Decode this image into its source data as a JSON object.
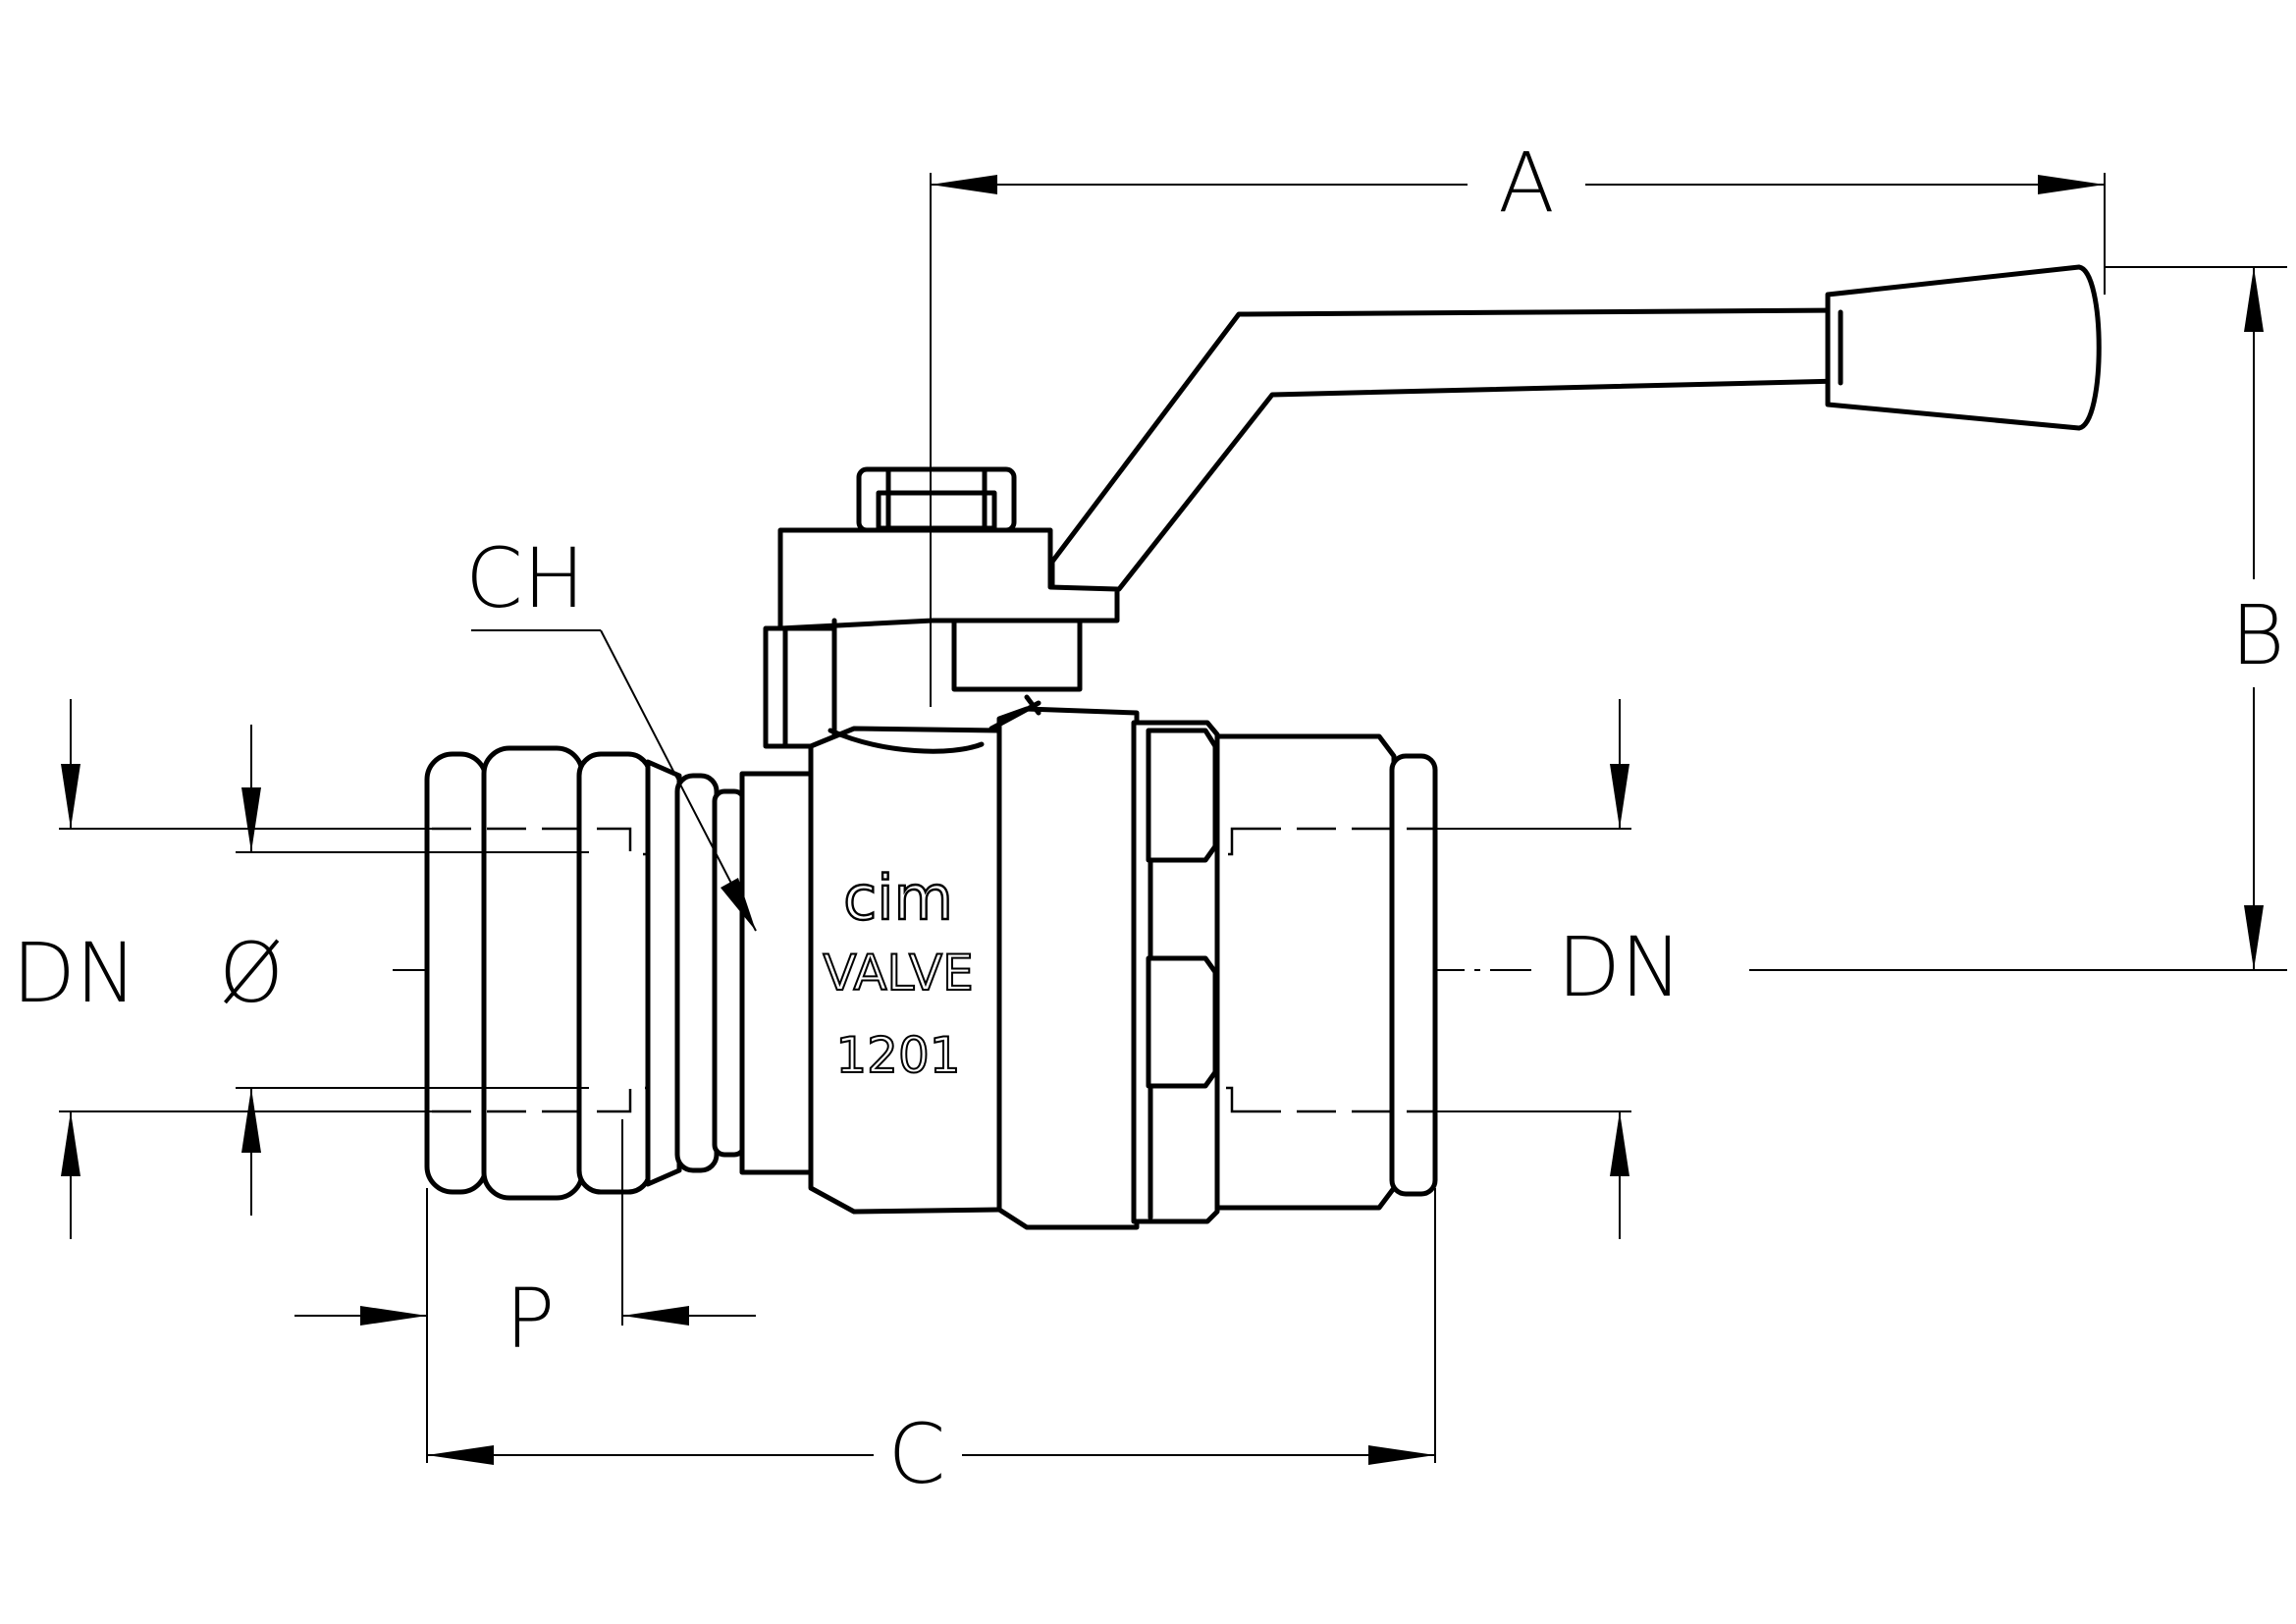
{
  "dimensions": {
    "A": "A",
    "B": "B",
    "C": "C",
    "P": "P",
    "CH": "CH",
    "DN_left": "DN",
    "DN_right": "DN",
    "diameter": "Ø"
  },
  "body_marking": {
    "brand": "cim",
    "word": "VALVE",
    "model": "1201"
  }
}
